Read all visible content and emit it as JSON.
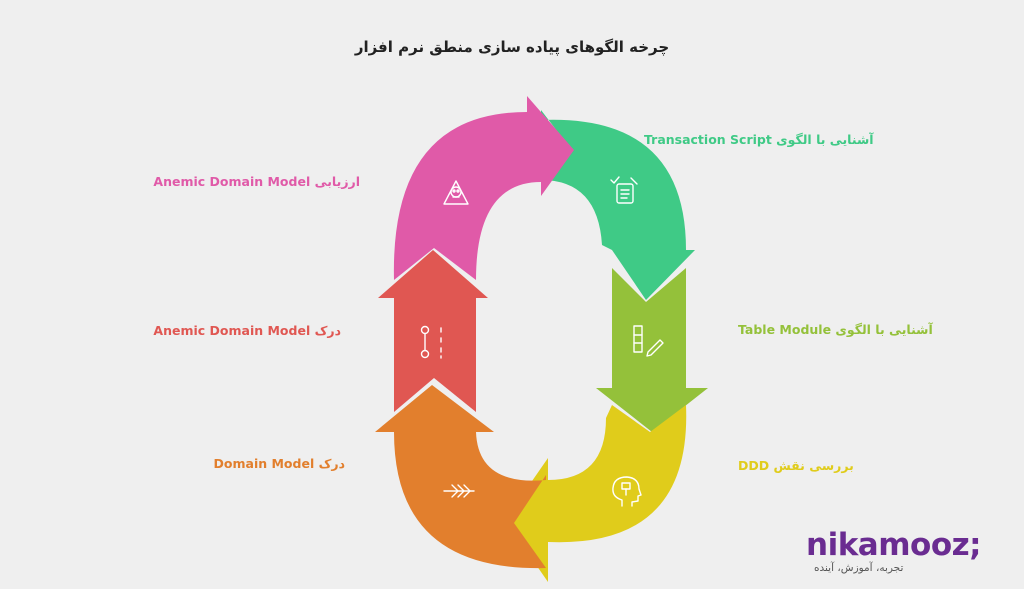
{
  "title": "چرخه الگوهای پیاده سازی منطق نرم افزار",
  "steps": [
    {
      "label": "آشنایی با الگوی Transaction Script",
      "color": "#3fca86",
      "icon": "checklist-icon"
    },
    {
      "label": "آشنایی با الگوی Table Module",
      "color": "#94c13a",
      "icon": "table-pencil-icon"
    },
    {
      "label": "بررسی نقش DDD",
      "color": "#e0cc1b",
      "icon": "head-puzzle-icon"
    },
    {
      "label": "درک Domain Model",
      "color": "#e27f2d",
      "icon": "wheat-arrow-icon"
    },
    {
      "label": "درک Anemic Domain Model",
      "color": "#e05752",
      "icon": "flow-nodes-icon"
    },
    {
      "label": "ارزیابی Anemic Domain Model",
      "color": "#e05aa8",
      "icon": "skull-warning-icon"
    }
  ],
  "logo": {
    "word": "nikamooz;",
    "tagline": "تجربه، آموزش، آینده",
    "color": "#6a2c91"
  }
}
